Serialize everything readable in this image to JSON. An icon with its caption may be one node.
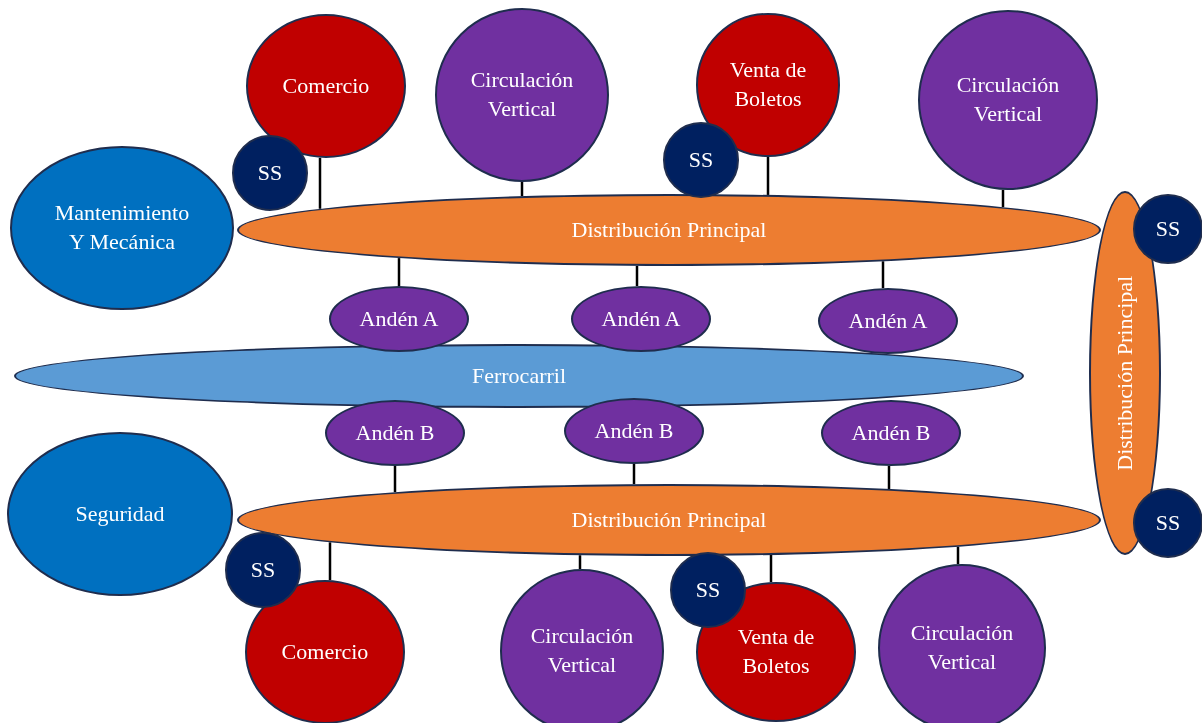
{
  "diagram": {
    "nodes": [
      {
        "text": [
          "Comercio"
        ]
      },
      {
        "text": [
          "Circulación Vertical"
        ]
      },
      {
        "text": [
          "Venta de Boletos"
        ]
      },
      {
        "text": [
          "Circulación Vertical"
        ]
      },
      {
        "text": [
          "SS"
        ]
      },
      {
        "text": [
          "SS"
        ]
      },
      {
        "text": [
          "Mantenimiento Y Mecánica"
        ]
      },
      {
        "text": [
          "Distribución Principal"
        ]
      },
      {
        "text": [
          "SS"
        ]
      },
      {
        "text": [
          "Distribución Principal"
        ]
      },
      {
        "text": [
          "Andén A"
        ]
      },
      {
        "text": [
          "Andén A"
        ]
      },
      {
        "text": [
          "Andén A"
        ]
      },
      {
        "text": [
          "Ferrocarril"
        ]
      },
      {
        "text": [
          "Andén B"
        ]
      },
      {
        "text": [
          "Andén B"
        ]
      },
      {
        "text": [
          "Andén B"
        ]
      },
      {
        "text": [
          "Seguridad"
        ]
      },
      {
        "text": [
          "Distribución Principal"
        ]
      },
      {
        "text": [
          "SS"
        ]
      },
      {
        "text": [
          "SS"
        ]
      },
      {
        "text": [
          "SS"
        ]
      },
      {
        "text": [
          "Comercio"
        ]
      },
      {
        "text": [
          "Circulación Vertical"
        ]
      },
      {
        "text": [
          "Venta de Boletos"
        ]
      },
      {
        "text": [
          "Circulación Vertical"
        ]
      }
    ],
    "edges": [
      {
        "from": 0,
        "to": 7,
        "arrow": "none"
      },
      {
        "from": 1,
        "to": 7,
        "arrow": "none"
      },
      {
        "from": 2,
        "to": 7,
        "arrow": "none"
      },
      {
        "from": 3,
        "to": 7,
        "arrow": "none"
      },
      {
        "from": 7,
        "to": 10,
        "arrow": "none"
      },
      {
        "from": 7,
        "to": 11,
        "arrow": "none"
      },
      {
        "from": 7,
        "to": 12,
        "arrow": "none"
      },
      {
        "from": 14,
        "to": 18,
        "arrow": "none"
      },
      {
        "from": 15,
        "to": 18,
        "arrow": "none"
      },
      {
        "from": 16,
        "to": 18,
        "arrow": "none"
      },
      {
        "from": 18,
        "to": 22,
        "arrow": "none"
      },
      {
        "from": 18,
        "to": 23,
        "arrow": "none"
      },
      {
        "from": 18,
        "to": 24,
        "arrow": "none"
      },
      {
        "from": 18,
        "to": 25,
        "arrow": "none"
      }
    ]
  }
}
